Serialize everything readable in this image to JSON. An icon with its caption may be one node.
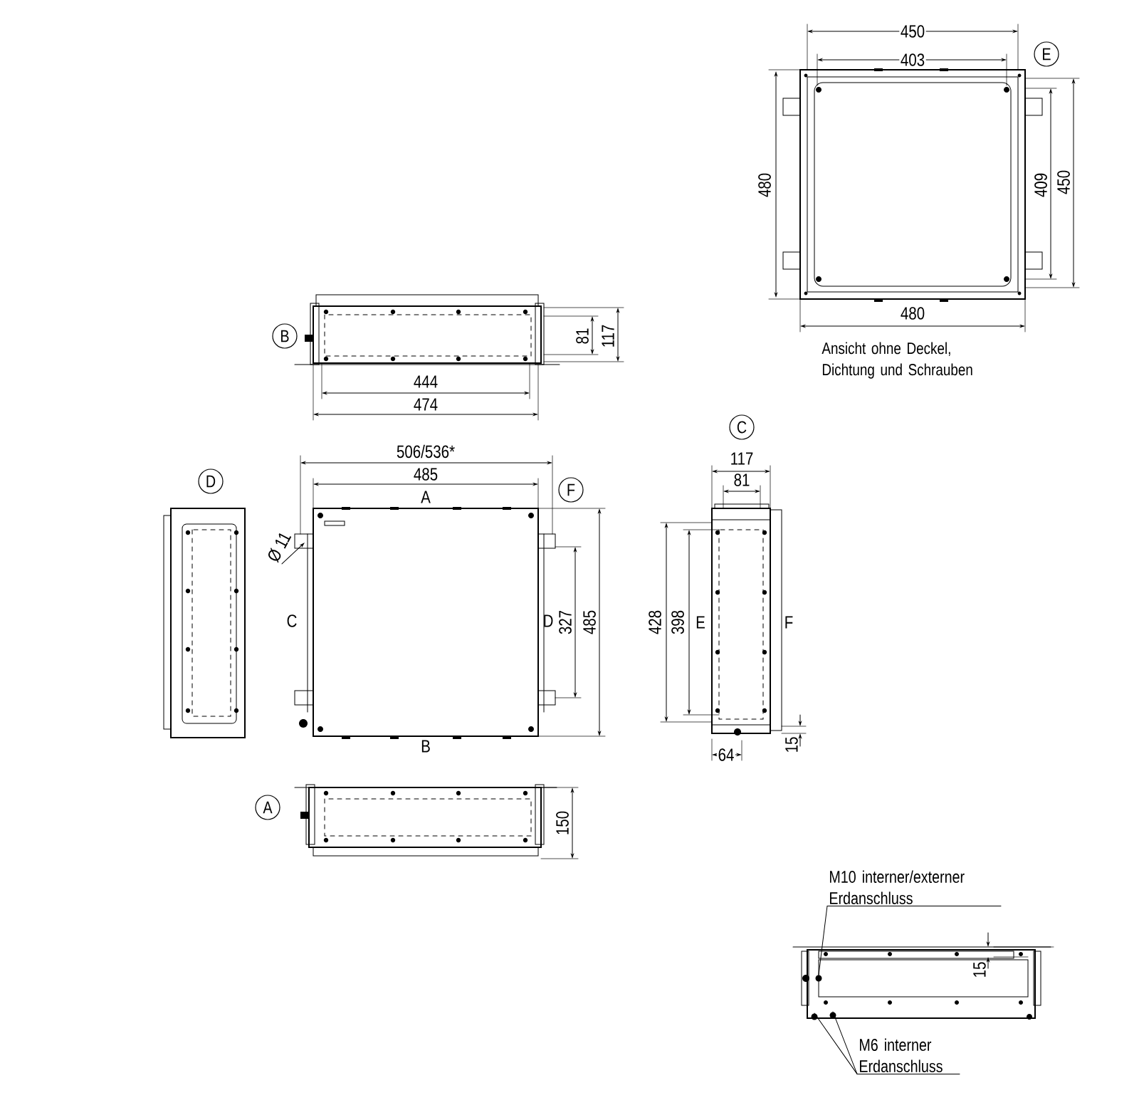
{
  "diagram": {
    "nodes": [
      {
        "text": [
          "E"
        ]
      },
      {
        "text": [
          "B"
        ]
      },
      {
        "text": [
          "D"
        ]
      },
      {
        "text": [
          "F"
        ]
      },
      {
        "text": [
          "C"
        ]
      },
      {
        "text": [
          "A"
        ]
      },
      {
        "text": [
          "M10 interner/externer Erdanschluss"
        ]
      },
      {
        "text": [
          "M6 interner Erdanschluss"
        ]
      },
      {
        "text": [],
        "shape": "circle"
      },
      {
        "text": [],
        "shape": "circle"
      },
      {
        "text": [],
        "shape": "circle"
      }
    ],
    "edges": [
      {
        "from": 6,
        "to": 8,
        "arrow": "none"
      },
      {
        "from": 7,
        "to": 9,
        "arrow": "none"
      },
      {
        "from": 7,
        "to": 10,
        "arrow": "none"
      }
    ],
    "labels": [
      "450",
      "403",
      "480",
      "409",
      "450",
      "480",
      "Ansicht ohne Deckel, Dichtung und Schrauben",
      "81",
      "117",
      "444",
      "474",
      "506/536*",
      "485",
      "A",
      "Ø 11",
      "C",
      "D",
      "327",
      "485",
      "117",
      "81",
      "428",
      "398",
      "E",
      "F",
      "B",
      "64",
      "15",
      "150",
      "15"
    ]
  }
}
